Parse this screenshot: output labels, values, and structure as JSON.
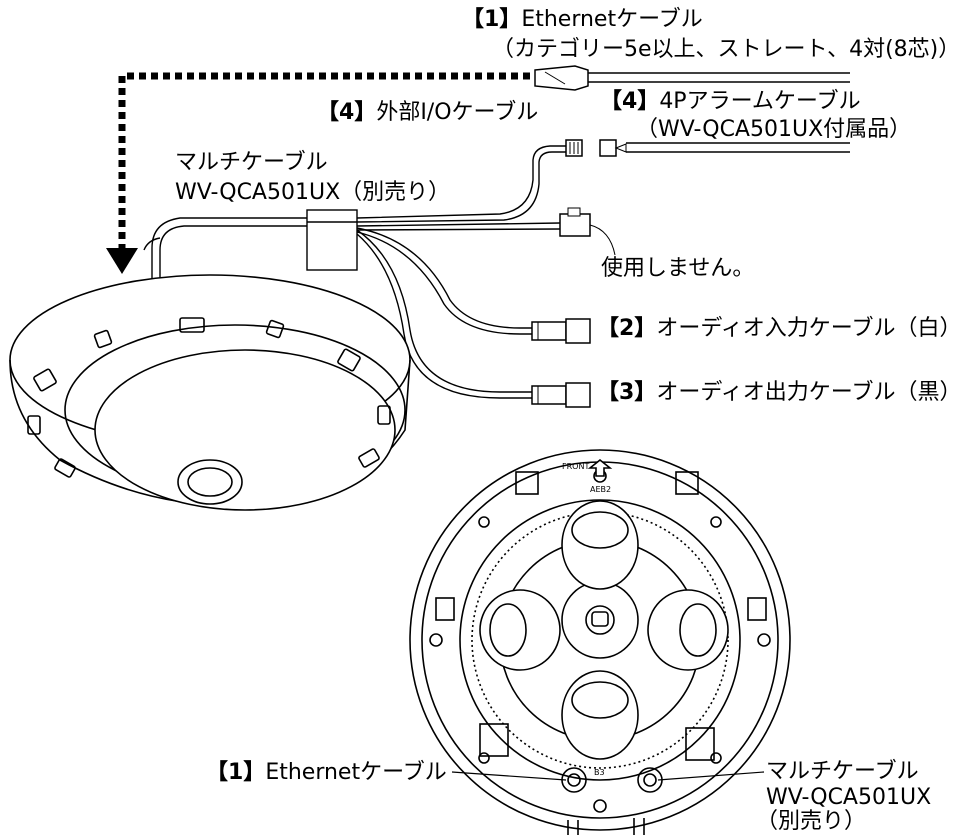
{
  "labels": {
    "ethernet_top": {
      "num": "【1】",
      "text": "Ethernetケーブル",
      "sub": "（カテゴリー5e以上、ストレート、4対(8芯)）"
    },
    "ext_io": {
      "num": "【4】",
      "text": "外部I/Oケーブル"
    },
    "alarm": {
      "num": "【4】",
      "text": "4Pアラームケーブル",
      "sub": "（WV-QCA501UX付属品）"
    },
    "multi_top": {
      "line1": "マルチケーブル",
      "line2": "WV-QCA501UX（別売り）"
    },
    "unused": "使用しません。",
    "audio_in": {
      "num": "【2】",
      "text": "オーディオ入力ケーブル（白）"
    },
    "audio_out": {
      "num": "【3】",
      "text": "オーディオ出力ケーブル（黒）"
    },
    "ethernet_bottom": {
      "num": "【1】",
      "text": "Ethernetケーブル"
    },
    "multi_bottom": {
      "line1": "マルチケーブル",
      "line2": "WV-QCA501UX",
      "line3": "（別売り）"
    }
  },
  "board_marks": {
    "front": "FRONT",
    "unit_top": "AEB2",
    "unit_bottom": "B3"
  }
}
